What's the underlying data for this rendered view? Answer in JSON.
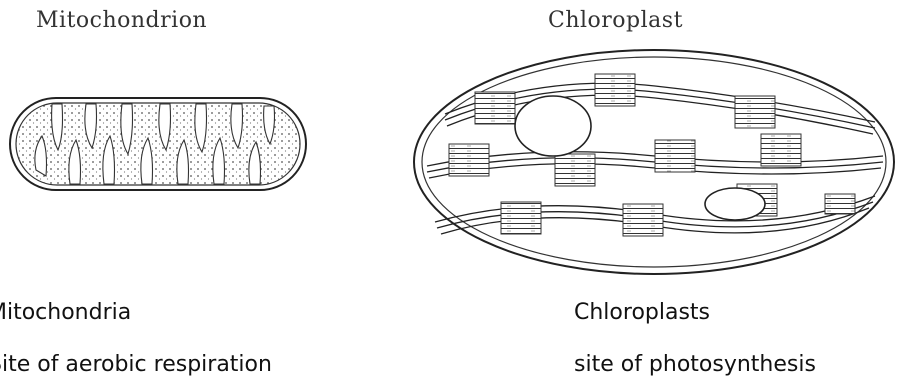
{
  "mitochondrion": {
    "title": "Mitochondrion",
    "name": "Mitochondria",
    "function": "Site of aerobic respiration"
  },
  "chloroplast": {
    "title": "Chloroplast",
    "name": "Chloroplasts",
    "function": "site of photosynthesis"
  }
}
